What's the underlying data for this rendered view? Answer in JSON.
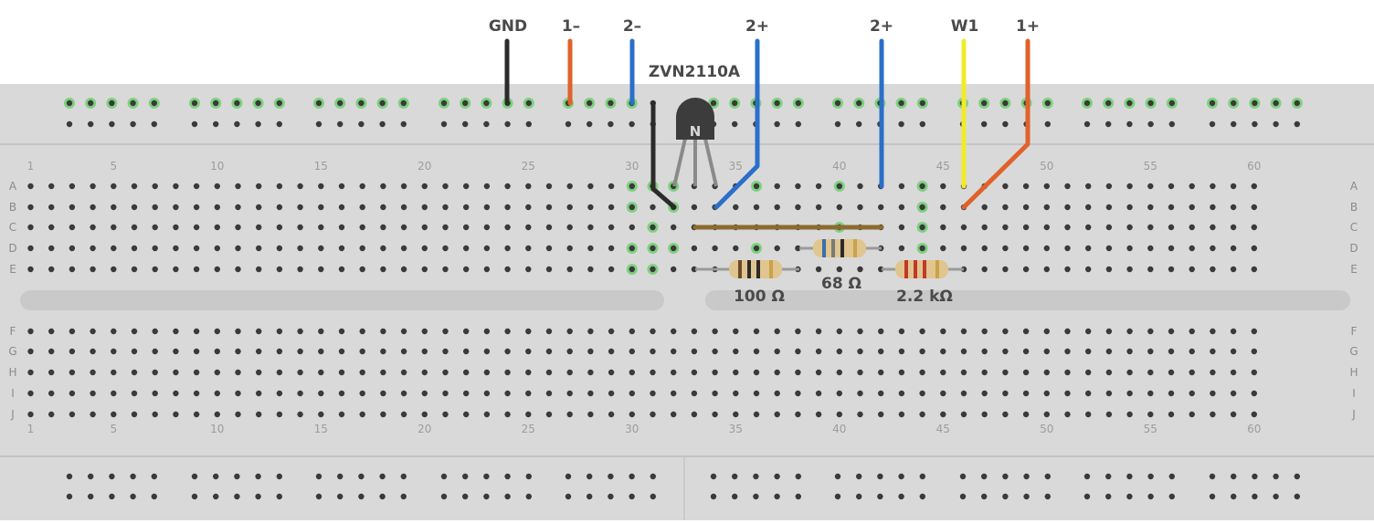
{
  "breadboard": {
    "columns": 60,
    "rows_top": [
      "A",
      "B",
      "C",
      "D",
      "E"
    ],
    "rows_bottom": [
      "F",
      "G",
      "H",
      "I",
      "J"
    ],
    "column_numbers": [
      "1",
      "5",
      "10",
      "15",
      "20",
      "25",
      "30",
      "35",
      "40",
      "45",
      "50",
      "55",
      "60"
    ]
  },
  "pin_labels": [
    {
      "id": "gnd",
      "text": "GND"
    },
    {
      "id": "m1",
      "text": "1–"
    },
    {
      "id": "m2",
      "text": "2–"
    },
    {
      "id": "p2a",
      "text": "2+"
    },
    {
      "id": "p2b",
      "text": "2+"
    },
    {
      "id": "w1",
      "text": "W1"
    },
    {
      "id": "p1",
      "text": "1+"
    }
  ],
  "transistor": {
    "label": "ZVN2110A",
    "symbol": "N"
  },
  "resistors": [
    {
      "id": "r100",
      "label": "100 Ω"
    },
    {
      "id": "r68",
      "label": "68 Ω"
    },
    {
      "id": "r2k2",
      "label": "2.2 kΩ"
    }
  ],
  "colors": {
    "board": "#d9d9d9",
    "hole": "#3a3a3a",
    "hole_active": "#7fd07f",
    "wire_black": "#2b2b2b",
    "wire_orange": "#e0622a",
    "wire_blue": "#2a6fc9",
    "wire_yellow": "#f2ea2a",
    "wire_brown": "#8b6b2e"
  }
}
